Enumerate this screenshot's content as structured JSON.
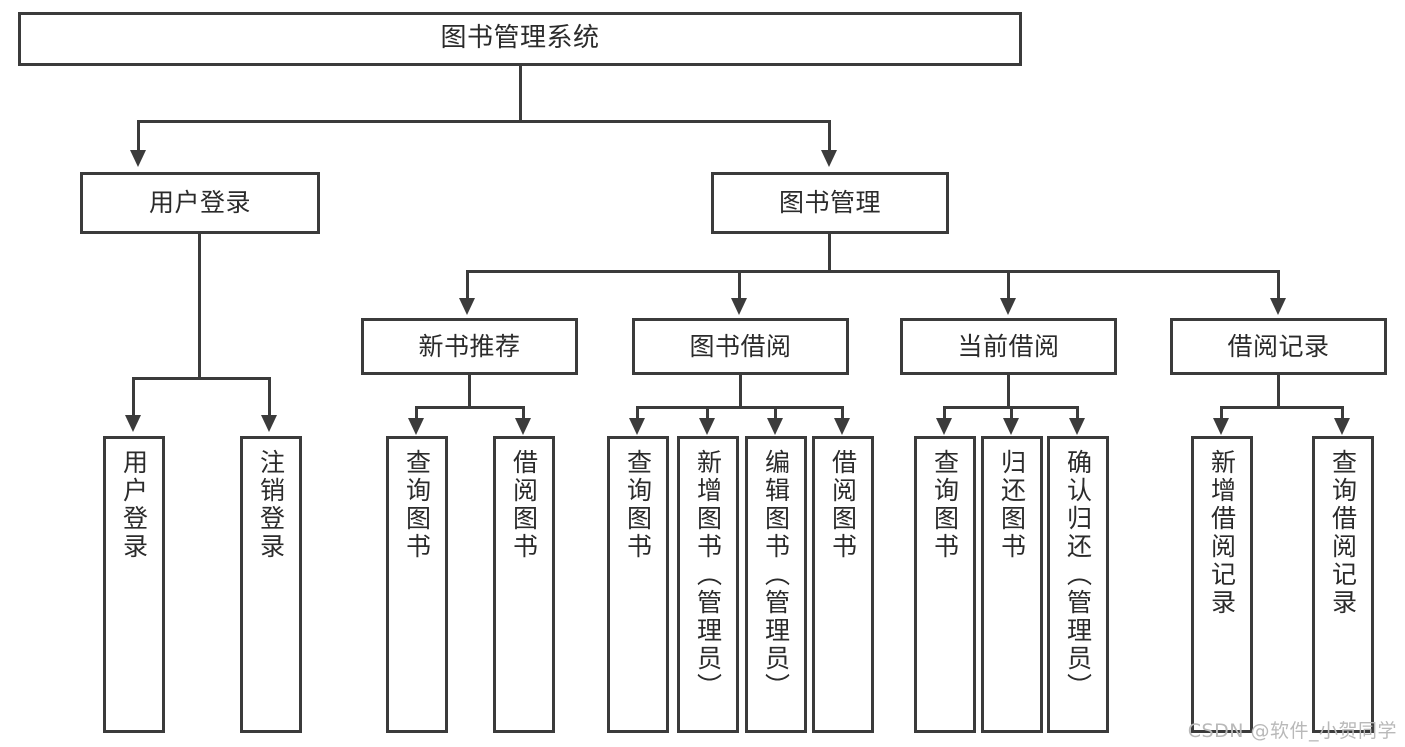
{
  "diagram": {
    "title": "图书管理系统",
    "type": "tree",
    "watermark": "CSDN @软件_小贺同学",
    "colors": {
      "border": "#3b3b3b",
      "box_fill": "#ffffff",
      "text": "#2b2b2b",
      "background": "#ffffff",
      "watermark": "#b9b9b9"
    },
    "nodes": {
      "root": {
        "label": "图书管理系统"
      },
      "level1": [
        {
          "label": "用户登录"
        },
        {
          "label": "图书管理"
        }
      ],
      "level2": [
        {
          "label": "新书推荐"
        },
        {
          "label": "图书借阅"
        },
        {
          "label": "当前借阅"
        },
        {
          "label": "借阅记录"
        }
      ],
      "leaves": {
        "user_login": [
          {
            "label": "用户登录"
          },
          {
            "label": "注销登录"
          }
        ],
        "new_book": [
          {
            "label": "查询图书"
          },
          {
            "label": "借阅图书"
          }
        ],
        "borrow_book": [
          {
            "label": "查询图书"
          },
          {
            "label": "新增图书（管理员）"
          },
          {
            "label": "编辑图书（管理员）"
          },
          {
            "label": "借阅图书"
          }
        ],
        "current_borrow": [
          {
            "label": "查询图书"
          },
          {
            "label": "归还图书"
          },
          {
            "label": "确认归还（管理员）"
          }
        ],
        "borrow_record": [
          {
            "label": "新增借阅记录"
          },
          {
            "label": "查询借阅记录"
          }
        ]
      }
    }
  }
}
